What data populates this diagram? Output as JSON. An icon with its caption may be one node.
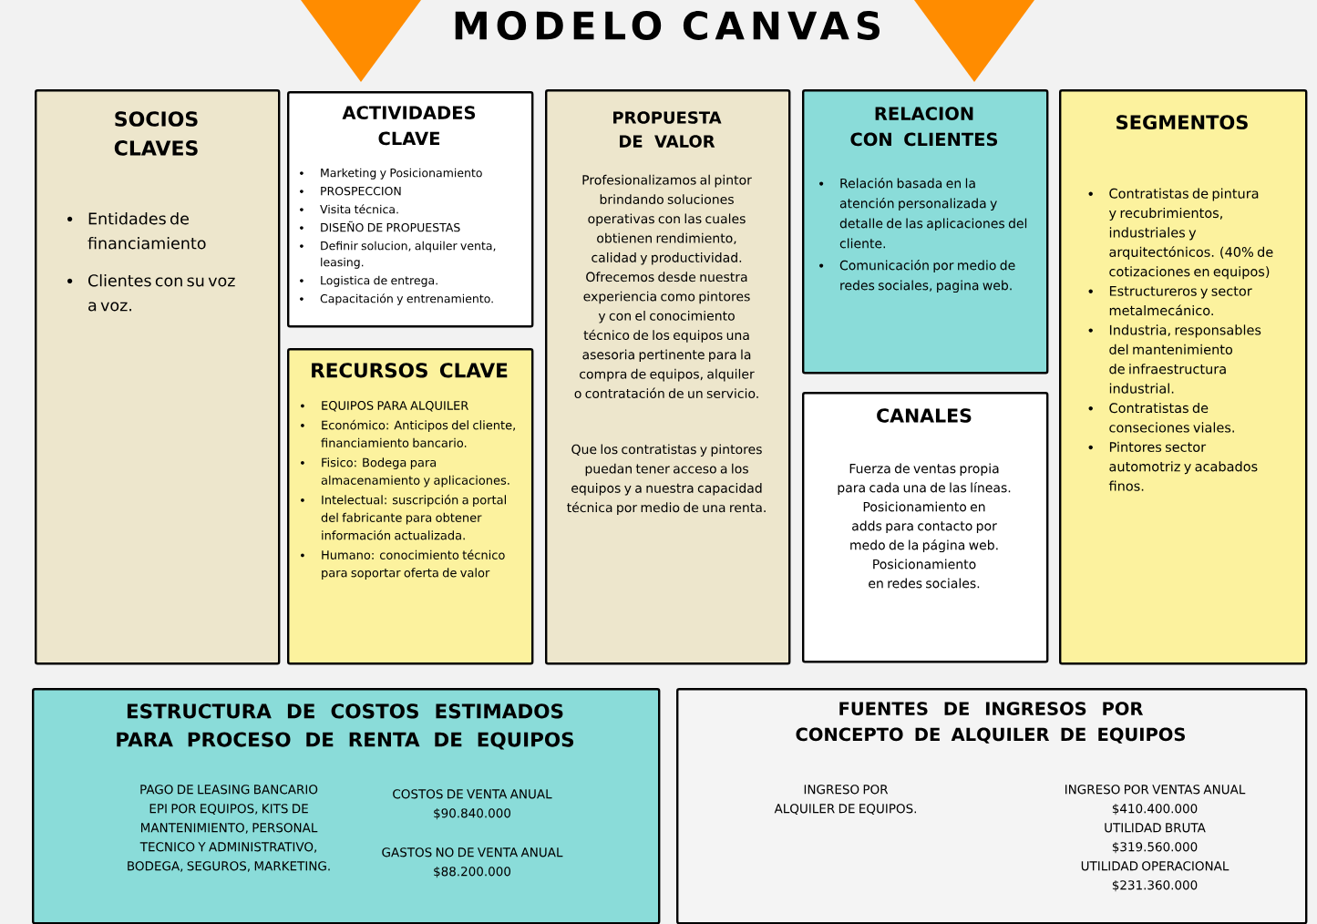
{
  "diagram": {
    "title": "MODELO CANVAS",
    "nodes": [
      {
        "text": [
          "SOCIOS CLAVES",
          "Entidades de financiamiento",
          "Clientes con su voz a voz."
        ]
      },
      {
        "text": [
          "ACTIVIDADES CLAVE",
          "Marketing y Posicionamiento",
          "PROSPECCION",
          "Visita técnica.",
          "DISEÑO DE PROPUESTAS",
          "Definir solucion, alquiler venta, leasing.",
          "Logistica de entrega.",
          "Capacitación y entrenamiento."
        ]
      },
      {
        "text": [
          "RECURSOS CLAVE",
          "EQUIPOS PARA ALQUILER",
          "Económico: Anticipos del cliente, financiamiento bancario.",
          "Fisico: Bodega para almacenamiento y aplicaciones.",
          "Intelectual: suscripción a portal del fabricante para obtener información actualizada.",
          "Humano: conocimiento técnico para soportar oferta de valor"
        ]
      },
      {
        "text": [
          "PROPUESTA DE VALOR",
          "Profesionalizamos al pintor brindando soluciones operativas con las cuales obtienen rendimiento, calidad y productividad.",
          "Ofrecemos desde nuestra experiencia como pintores y con el conocimiento técnico de los equipos una asesoria pertinente para la compra de equipos, alquiler o contratación de un servicio.",
          "Que los contratistas y pintores puedan tener acceso a los equipos y a nuestra capacidad técnica por medio de una renta."
        ]
      },
      {
        "text": [
          "RELACION CON CLIENTES",
          "Relación basada en la atención personalizada y detalle de las aplicaciones del cliente.",
          "Comunicación por medio de redes sociales, pagina web."
        ]
      },
      {
        "text": [
          "CANALES",
          "Fuerza de ventas propia para cada una de las líneas.",
          "Posicionamiento en adds para contacto por medo de la página web.",
          "Posicionamiento en redes sociales."
        ]
      },
      {
        "text": [
          "SEGMENTOS",
          "Contratistas de pintura y recubrimientos, industriales y arquitectónicos. (40% de cotizaciones en equipos)",
          "Estructureros y sector metalmecánico.",
          "Industria, responsables del mantenimiento de infraestructura industrial.",
          "Contratistas de conseciones viales.",
          "Pintores sector automotriz y acabados finos."
        ]
      },
      {
        "text": [
          "ESTRUCTURA DE COSTOS ESTIMADOS PARA PROCESO DE RENTA DE EQUIPOS",
          "PAGO DE LEASING BANCARIO EPI POR EQUIPOS, KITS DE MANTENIMIENTO, PERSONAL TECNICO Y ADMINISTRATIVO, BODEGA, SEGUROS, MARKETING.",
          "COSTOS DE VENTA ANUAL",
          "$90.840.000",
          "GASTOS NO DE VENTA ANUAL",
          "$88.200.000"
        ]
      },
      {
        "text": [
          "FUENTES DE INGRESOS POR CONCEPTO DE ALQUILER DE EQUIPOS",
          "INGRESO POR ALQUILER DE EQUIPOS.",
          "INGRESO POR VENTAS ANUAL",
          "$410.400.000",
          "UTILIDAD BRUTA",
          "$319.560.000",
          "UTILIDAD OPERACIONAL",
          "$231.360.000"
        ]
      }
    ]
  }
}
